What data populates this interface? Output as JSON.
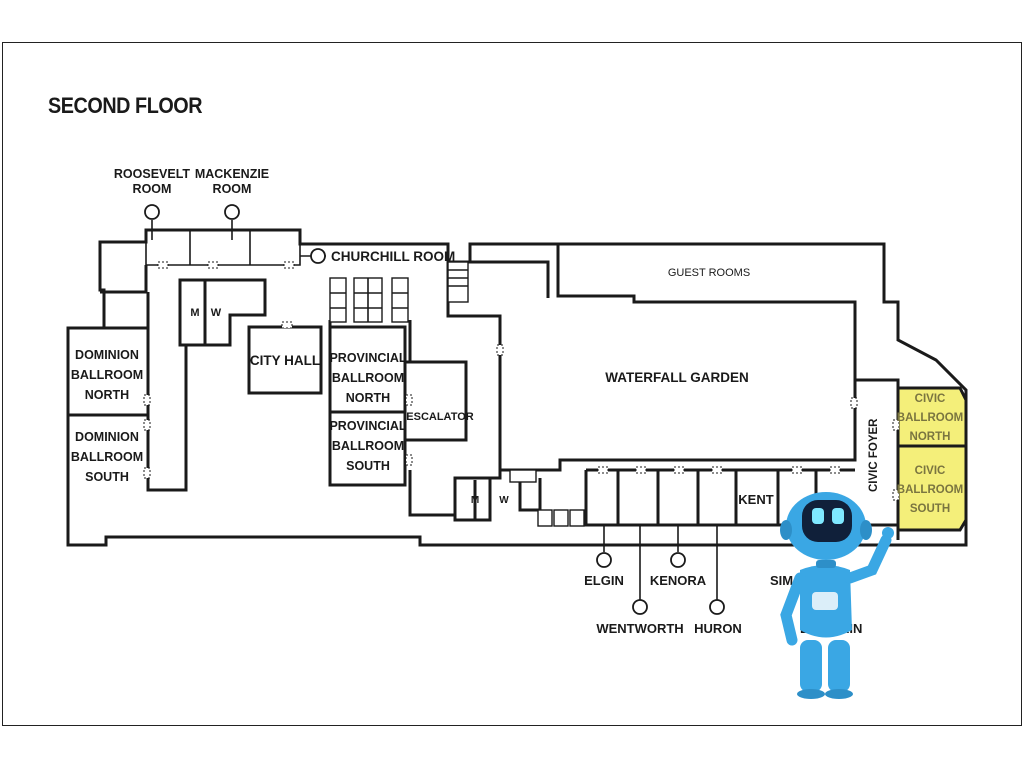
{
  "map": {
    "title": "SECOND FLOOR",
    "highlight_color": "#f4ef7a",
    "wall_color": "#1a1a1a",
    "rooms": {
      "roosevelt": [
        "ROOSEVELT",
        "ROOM"
      ],
      "mackenzie": [
        "MACKENZIE",
        "ROOM"
      ],
      "churchill": "CHURCHILL ROOM",
      "guest_rooms": "GUEST ROOMS",
      "dominion_north": [
        "DOMINION",
        "BALLROOM",
        "NORTH"
      ],
      "dominion_south": [
        "DOMINION",
        "BALLROOM",
        "SOUTH"
      ],
      "men_1": "M",
      "women_1": "W",
      "city_hall": "CITY HALL",
      "provincial_north": [
        "PROVINCIAL",
        "BALLROOM",
        "NORTH"
      ],
      "provincial_south": [
        "PROVINCIAL",
        "BALLROOM",
        "SOUTH"
      ],
      "escalator": "ESCALATOR",
      "waterfall_garden": "WATERFALL GARDEN",
      "civic_foyer": "CIVIC FOYER",
      "civic_north": [
        "CIVIC",
        "BALLROOM",
        "NORTH"
      ],
      "civic_south": [
        "CIVIC",
        "BALLROOM",
        "SOUTH"
      ],
      "men_2": "M",
      "women_2": "W",
      "kent": "KENT",
      "elgin": "ELGIN",
      "kenora": "KENORA",
      "wentworth": "WENTWORTH",
      "huron": "HURON",
      "simcoe_partial": "SIM",
      "dufferin_partial": "D",
      "dufferin_partial_tail": "RIN"
    }
  },
  "mascot": {
    "name": "robot-mascot",
    "body_color": "#3aa7e4",
    "visor_color": "#10203a",
    "eye_color": "#7fe8ff"
  }
}
